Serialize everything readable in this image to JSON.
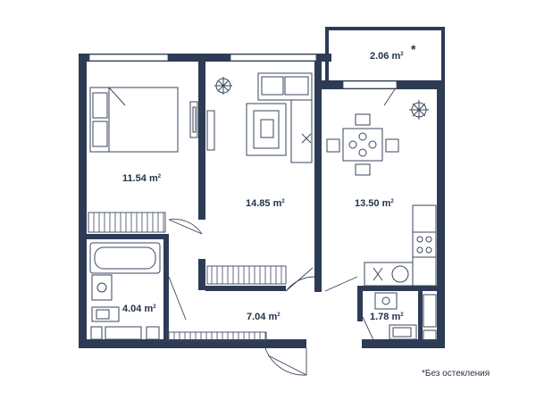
{
  "colors": {
    "wall": "#2e3b54",
    "line": "#3a465d",
    "accent": "#8c95aa"
  },
  "rooms": [
    {
      "id": "balcony",
      "area": "2.06 m",
      "sup": "2",
      "mark": "*"
    },
    {
      "id": "bedroom",
      "area": "11.54 m",
      "sup": "2"
    },
    {
      "id": "living",
      "area": "14.85 m",
      "sup": "2"
    },
    {
      "id": "kitchen",
      "area": "13.50 m",
      "sup": "2"
    },
    {
      "id": "bathroom",
      "area": "4.04 m",
      "sup": "2"
    },
    {
      "id": "hall",
      "area": "7.04 m",
      "sup": "2"
    },
    {
      "id": "toilet",
      "area": "1.78 m",
      "sup": "2"
    }
  ],
  "footnote": "*Без остекления"
}
